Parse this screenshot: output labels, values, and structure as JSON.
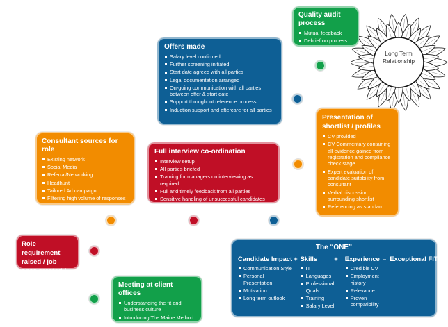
{
  "colors": {
    "green": "#12a04a",
    "blue": "#0e5f95",
    "orange": "#f28c00",
    "red": "#c00f26"
  },
  "center": {
    "label_line1": "Long Term",
    "label_line2": "Relationship",
    "icon": "sunflower-icon"
  },
  "quality_audit": {
    "title": "Quality audit process",
    "items": [
      "Mutual feedback",
      "Debrief on process"
    ]
  },
  "offers_made": {
    "title": "Offers made",
    "items": [
      "Salary level confirmed",
      "Further screening initiated",
      "Start date agreed with all parties",
      "Legal documentation arranged",
      "On-going communication with all parties between offer & start date",
      "Support throughout reference process",
      "Induction support and aftercare for all parties"
    ]
  },
  "presentation": {
    "title": "Presentation of shortlist / profiles",
    "items": [
      "CV provided",
      "CV Commentary containing all evidence gained from registration and compliance check stage",
      "Expert evaluation of candidate suitability from consultant",
      "Verbal discussion surrounding shortlist",
      "Referencing as standard"
    ]
  },
  "consultant_sources": {
    "title": "Consultant sources for role",
    "items": [
      "Existing network",
      "Social Media",
      "Referral/Networking",
      "Headhunt",
      "Tailored Ad campaign",
      "Filtering high volume of responses"
    ]
  },
  "full_interview": {
    "title": "Full interview co-ordination",
    "items": [
      "Interview setup",
      "All parties briefed",
      "Training for managers on interviewing as required",
      "Full and timely feedback from all parties",
      "Sensitive handling of unsuccessful candidates"
    ]
  },
  "role_requirement": {
    "title": "Role requirement raised / job spec created / provided"
  },
  "meeting": {
    "title": "Meeting at client offices",
    "items": [
      "Understanding the fit and business culture",
      "Introducing The Maine Method"
    ]
  },
  "the_one": {
    "title": "The “ONE”",
    "op_plus": "+",
    "op_equals": "=",
    "result": "Exceptional FIT",
    "columns": [
      {
        "heading": "Candidate Impact",
        "items": [
          "Communication Style",
          "Personal Presentation",
          "Motivation",
          "Long term outlook"
        ]
      },
      {
        "heading": "Skills",
        "items": [
          "IT",
          "Languages",
          "Professional Quals",
          "Training",
          "Salary Level"
        ]
      },
      {
        "heading": "Experience",
        "items": [
          "Credible CV",
          "Employment history",
          "Relevance",
          "Proven compatibility"
        ]
      }
    ]
  }
}
